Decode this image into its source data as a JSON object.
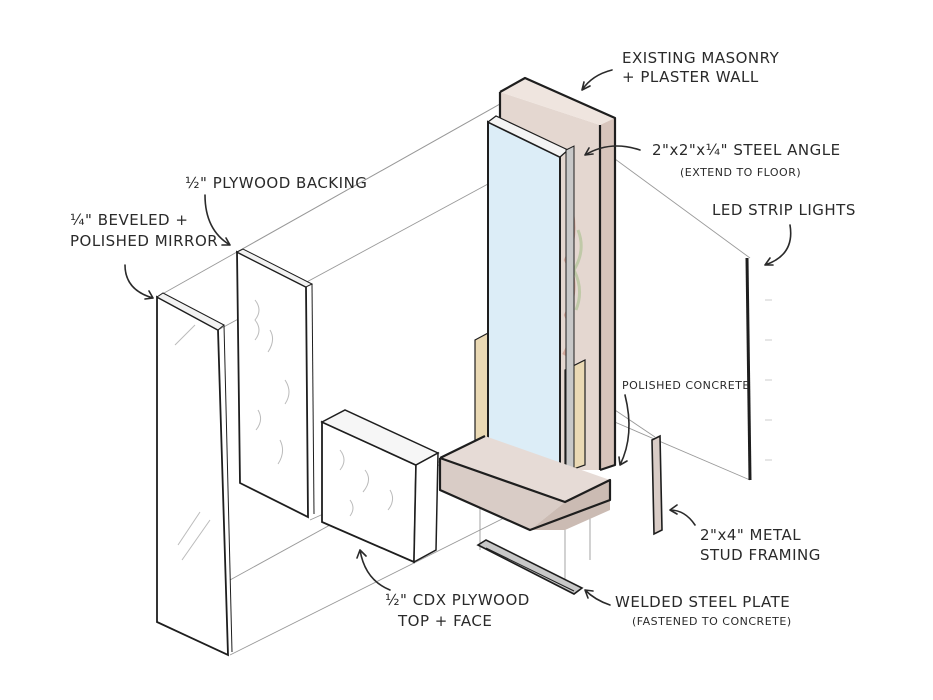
{
  "diagram": {
    "labels": {
      "masonry_l1": "EXISTING MASONRY",
      "masonry_l2": "+ PLASTER WALL",
      "angle_l1": "2\"x2\"x¼\" STEEL ANGLE",
      "angle_l2": "(EXTEND TO FLOOR)",
      "led": "LED STRIP LIGHTS",
      "plywood_backing": "½\" PLYWOOD BACKING",
      "mirror_l1": "¼\" BEVELED +",
      "mirror_l2": "POLISHED MIRROR",
      "concrete": "POLISHED CONCRETE",
      "stud_l1": "2\"x4\" METAL",
      "stud_l2": "STUD FRAMING",
      "cdx_l1": "½\" CDX PLYWOOD",
      "cdx_l2": "TOP + FACE",
      "plate_l1": "WELDED STEEL PLATE",
      "plate_l2": "(FASTENED TO CONCRETE)"
    },
    "colors": {
      "wall": "#e4d7d0",
      "wall_side": "#d7c4bb",
      "mirror": "#dcedf7",
      "plywood": "#ead9b4",
      "concrete": "#d9ccc6",
      "steel": "#c8c8c8",
      "ink": "#1e1e1e"
    }
  }
}
